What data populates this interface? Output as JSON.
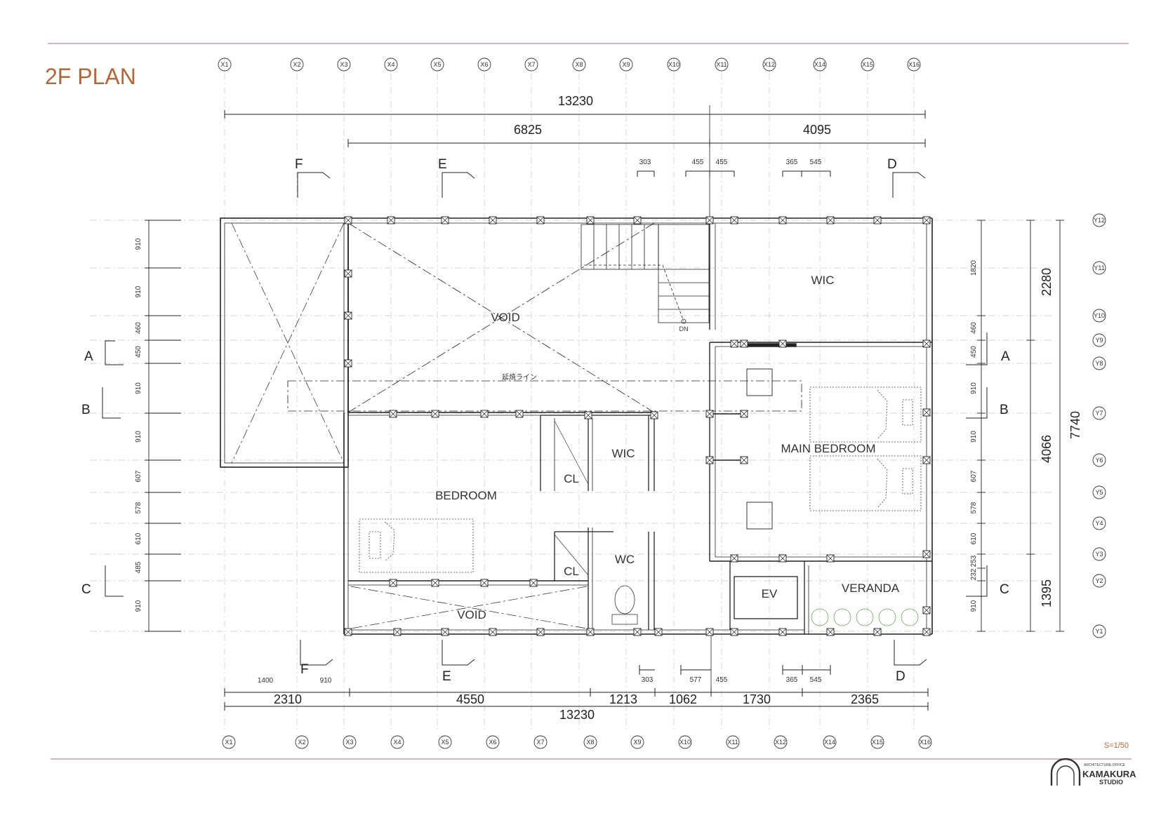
{
  "title": "2F PLAN",
  "scale": "S=1/50",
  "logo": {
    "line1": "ARCHITECTURE OFFICE",
    "line2": "KAMAKURA",
    "line3": "STUDIO"
  },
  "grid_x": [
    "X1",
    "X2",
    "X3",
    "X4",
    "X5",
    "X6",
    "X7",
    "X8",
    "X9",
    "X10",
    "X11",
    "X12",
    "X14",
    "X15",
    "X16"
  ],
  "grid_y": [
    "Y12",
    "Y11",
    "Y10",
    "Y9",
    "Y8",
    "Y7",
    "Y6",
    "Y5",
    "Y4",
    "Y3",
    "Y2",
    "Y1"
  ],
  "top_dims": {
    "overall": "13230",
    "left": "6825",
    "right": "4095",
    "small": [
      "303",
      "455",
      "455",
      "365",
      "545"
    ]
  },
  "bottom_dims": {
    "overall": "13230",
    "segments": [
      "2310",
      "4550",
      "1213",
      "1062",
      "1730",
      "2365"
    ],
    "small": [
      "1400",
      "910",
      "303",
      "577",
      "455",
      "365",
      "545"
    ]
  },
  "left_dims": [
    "910",
    "910",
    "460",
    "450",
    "910",
    "910",
    "607",
    "578",
    "610",
    "485",
    "910"
  ],
  "right_dims": {
    "small": [
      "1820",
      "460",
      "450",
      "910",
      "910",
      "607",
      "578",
      "610",
      "253",
      "232",
      "910"
    ],
    "mid": [
      "2280",
      "4066",
      "1395"
    ],
    "overall": "7740"
  },
  "sections": [
    "A",
    "B",
    "C",
    "D",
    "E",
    "F"
  ],
  "rooms": {
    "void_top": "VOID",
    "void_bottom": "VOID",
    "bedroom": "BEDROOM",
    "wic_small": "WIC",
    "cl1": "CL",
    "cl2": "CL",
    "wc": "WC",
    "wic_main": "WIC",
    "main_bedroom": "MAIN BEDROOM",
    "ev": "EV",
    "veranda": "VERANDA"
  },
  "eave_line": "延焼ライン",
  "stair_dn": "DN"
}
